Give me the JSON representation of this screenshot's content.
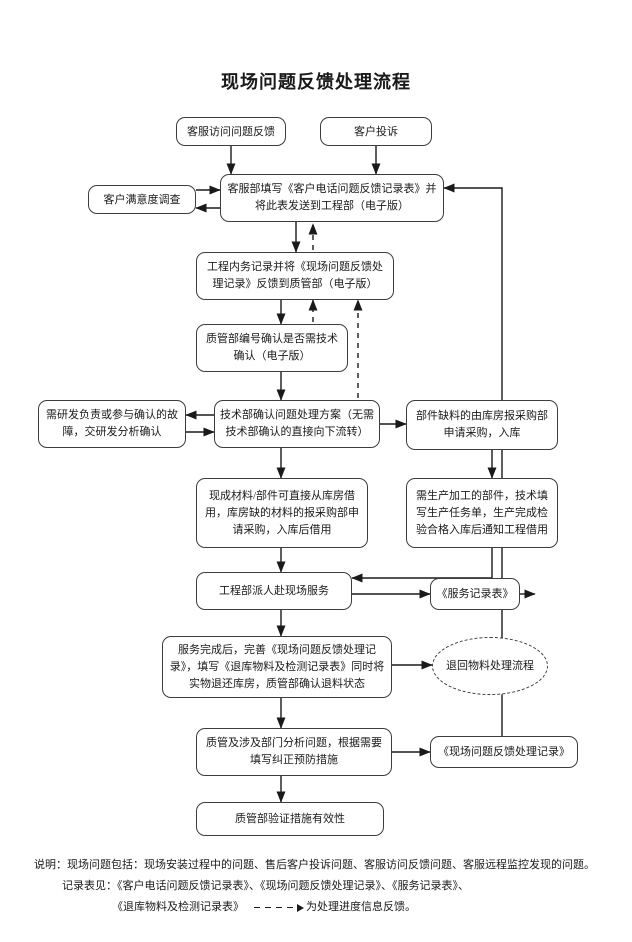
{
  "title": "现场问题反馈处理流程",
  "nodes": {
    "visit_feedback": "客服访问问题反馈",
    "customer_complaint": "客户投诉",
    "satisfaction_survey": "客户满意度调查",
    "cs_fill_form": "客服部填写《客户电话问题反馈记录表》并将此表发送到工程部（电子版）",
    "eng_record": "工程内务记录并将《现场问题反馈处理记录》反馈到质管部（电子版）",
    "qc_number_confirm": "质管部编号确认是否需技术确认（电子版）",
    "rd_confirm": "需研发负责或参与确认的故障，交研发分析确认",
    "tech_confirm": "技术部确认问题处理方案（无需技术部确认的直接向下流转）",
    "parts_shortage": "部件缺料的由库房报采购部申请采购，入库",
    "ready_material": "现成材料/部件可直接从库房借用，库房缺的材料的报采购部申请采购，入库后借用",
    "production_parts": "需生产加工的部件，技术填写生产任务单，生产完成检验合格入库后通知工程借用",
    "dispatch_service": "工程部派人赴现场服务",
    "service_record_form": "《服务记录表》",
    "service_complete": "服务完成后，完善《现场问题反馈处理记录》，填写《退库物料及检测记录表》同时将实物退还库房，质管部确认退料状态",
    "return_material_flow": "退回物料处理流程",
    "qc_analysis": "质管及涉及部门分析问题，根据需要填写纠正预防措施",
    "site_issue_record": "《现场问题反馈处理记录》",
    "qc_verify": "质管部验证措施有效性"
  },
  "footer": {
    "line1": "说明：现场问题包括：现场安装过程中的问题、售后客户投诉问题、客服访问反馈问题、客服远程监控发现的问题。",
    "line2": "记录表见：《客户电话问题反馈记录表》、《现场问题反馈处理记录》、《服务记录表》、",
    "line3_pre": "《退库物料及检测记录表》",
    "line3_post": "为处理进度信息反馈。"
  },
  "colors": {
    "stroke": "#3d3d3d",
    "arrow": "#1a1a1a",
    "background": "#ffffff"
  }
}
